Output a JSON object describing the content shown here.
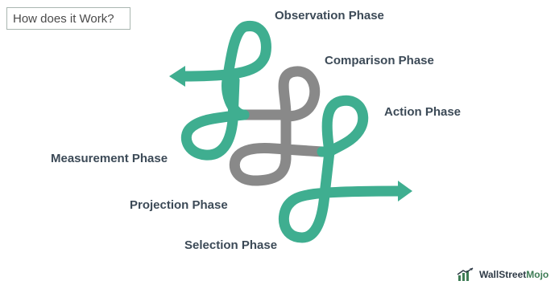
{
  "title": "How does it Work?",
  "phases": {
    "observation": "Observation Phase",
    "comparison": "Comparison Phase",
    "action": "Action Phase",
    "measurement": "Measurement Phase",
    "projection": "Projection Phase",
    "selection": "Selection Phase"
  },
  "logo": {
    "part1": "WallStreet",
    "part2": "Mojo"
  },
  "colors": {
    "green": "#3fae90",
    "gray": "#898989",
    "text": "#3c4a57"
  }
}
